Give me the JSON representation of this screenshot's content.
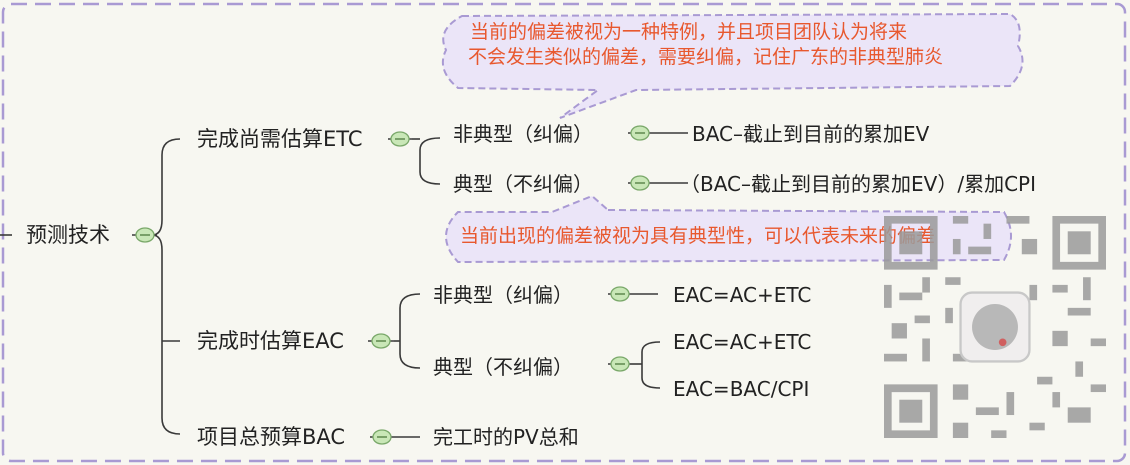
{
  "root": {
    "label": "预测技术"
  },
  "branches": [
    {
      "label": "完成尚需估算ETC",
      "children": [
        {
          "label": "非典型（纠偏）",
          "formula": "BAC–截止到目前的累加EV"
        },
        {
          "label": "典型（不纠偏）",
          "formula": "（BAC–截止到目前的累加EV）/累加CPI"
        }
      ]
    },
    {
      "label": "完成时估算EAC",
      "children": [
        {
          "label": "非典型（纠偏）",
          "formula": "EAC=AC+ETC"
        },
        {
          "label": "典型（不纠偏）",
          "formulas": [
            "EAC=AC+ETC",
            "EAC=BAC/CPI"
          ]
        }
      ]
    },
    {
      "label": "项目总预算BAC",
      "children": [
        {
          "label": "完工时的PV总和"
        }
      ]
    }
  ],
  "callouts": {
    "atypical_note_line1": "当前的偏差被视为一种特例，并且项目团队认为将来",
    "atypical_note_line2": "不会发生类似的偏差，需要纠偏，记住广东的非典型肺炎",
    "typical_note": "当前出现的偏差被视为具有典型性，可以代表未来的偏差"
  },
  "colors": {
    "background": "#f7f7f1",
    "dash_border": "#a99ad3",
    "callout_fill": "#ebe5f8",
    "callout_text": "#e8582e",
    "collapse_button": "#c9e7b7",
    "connector": "#3a3a3a"
  }
}
